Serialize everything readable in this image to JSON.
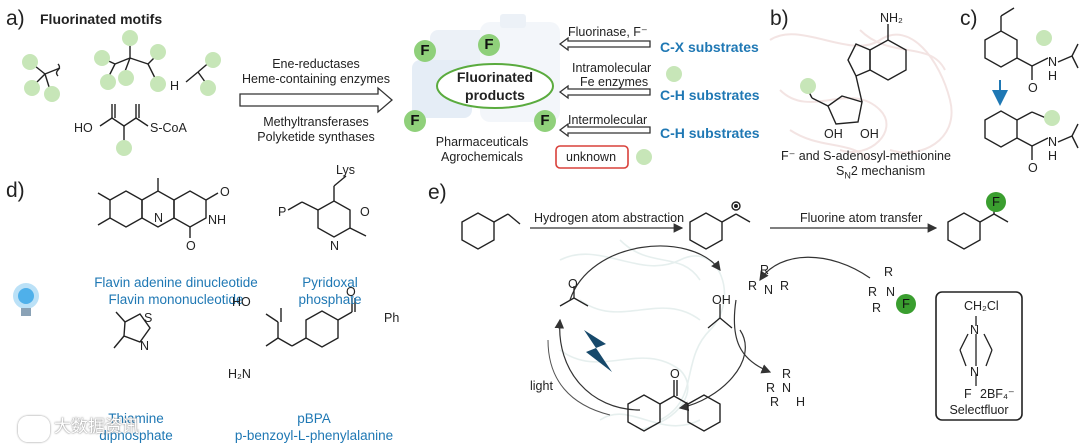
{
  "panels": {
    "a": "a)",
    "b": "b)",
    "c": "c)",
    "d": "d)",
    "e": "e)"
  },
  "panel_a": {
    "title": "Fluorinated motifs",
    "enzymes_top_1": "Ene-reductases",
    "enzymes_top_2": "Heme-containing enzymes",
    "enzymes_bottom_1": "Methyltransferases",
    "enzymes_bottom_2": "Polyketide synthases",
    "product_label_1": "Fluorinated",
    "product_label_2": "products",
    "apps_1": "Pharmaceuticals",
    "apps_2": "Agrochemicals",
    "route1_label": "Fluorinase, F⁻",
    "route1_substrate": "C-X substrates",
    "route2_label_1": "Intramolecular",
    "route2_label_2": "Fe enzymes",
    "route2_substrate": "C-H substrates",
    "route3_label": "Intermolecular",
    "route3_substrate": "C-H substrates",
    "unknown_label": "unknown",
    "coa_label": "S-CoA",
    "ho_label": "HO",
    "h_label": "H",
    "f_atom": "F"
  },
  "panel_b": {
    "nh2": "NH₂",
    "oh1": "OH",
    "oh2": "OH",
    "caption_1": "F⁻ and S-adenosyl-methionine",
    "caption_2": "S",
    "caption_sub": "N",
    "caption_3": "2 mechanism"
  },
  "panel_c": {
    "n_label": "N",
    "h_label": "H",
    "o_label": "O"
  },
  "panel_d": {
    "flavin_1": "Flavin adenine dinucleotide",
    "flavin_2": "Flavin mononucleotide",
    "pyridoxal_1": "Pyridoxal",
    "pyridoxal_2": "phosphate",
    "thiamine_1": "Thiamine",
    "thiamine_2": "diphosphate",
    "pbpa_1": "pBPA",
    "pbpa_2": "p-benzoyl-L-phenylalanine",
    "lys": "Lys",
    "p_label": "P",
    "ph_label": "Ph",
    "ho_label": "HO",
    "h2n_label": "H₂N",
    "o_label": "O",
    "nh_label": "NH",
    "n_label": "N",
    "s_label": "S"
  },
  "panel_e": {
    "hat_label": "Hydrogen atom abstraction",
    "fat_label": "Fluorine atom transfer",
    "light_label": "light",
    "oh_label": "OH",
    "o_label": "O",
    "r_label": "R",
    "n_label": "N",
    "h_label": "H",
    "f_label": "F",
    "reagent_1": "CH₂Cl",
    "reagent_2": "2BF₄⁻",
    "reagent_name": "Selectfluor"
  },
  "watermark": "大数据资讯",
  "colors": {
    "accent_blue": "#1f78b4",
    "fluorine_green": "#8fd07a",
    "dark_green": "#3a9e2f",
    "unknown_red": "#d9403a"
  }
}
